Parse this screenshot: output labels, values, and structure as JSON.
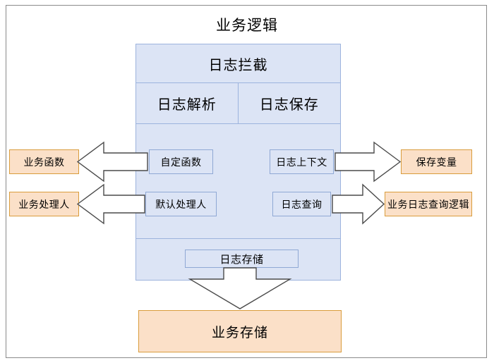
{
  "diagram": {
    "title": "业务逻辑",
    "type": "block-architecture-diagram",
    "colors": {
      "blue_fill": "#dce4f5",
      "blue_border": "#9cb3dd",
      "orange_fill": "#fbe0c8",
      "orange_border": "#d99c3c",
      "frame_border": "#8a8a8a",
      "arrow_fill": "#ffffff",
      "arrow_border": "#4a4a4a",
      "text": "#000000"
    },
    "main_panel": {
      "header": "日志拦截",
      "split_row": {
        "left": "日志解析",
        "right": "日志保存"
      },
      "middle_boxes": {
        "custom_function": "自定函数",
        "default_handler": "默认处理人",
        "log_context": "日志上下文",
        "log_query": "日志查询"
      },
      "storage_box": "日志存储"
    },
    "left_targets": {
      "business_function": "业务函数",
      "business_handler": "业务处理人"
    },
    "right_targets": {
      "save_variable": "保存变量",
      "business_log_query_logic": "业务日志查询逻辑"
    },
    "bottom_target": "业务存储",
    "arrows": [
      {
        "name": "arrow-custom-function-to-business-function",
        "direction": "left",
        "from": "自定函数",
        "to": "业务函数"
      },
      {
        "name": "arrow-default-handler-to-business-handler",
        "direction": "left",
        "from": "默认处理人",
        "to": "业务处理人"
      },
      {
        "name": "arrow-log-context-to-save-variable",
        "direction": "right",
        "from": "日志上下文",
        "to": "保存变量"
      },
      {
        "name": "arrow-log-query-to-business-log-query",
        "direction": "right",
        "from": "日志查询",
        "to": "业务日志查询逻辑"
      },
      {
        "name": "arrow-log-storage-to-business-storage",
        "direction": "down",
        "from": "日志存储",
        "to": "业务存储"
      }
    ]
  }
}
